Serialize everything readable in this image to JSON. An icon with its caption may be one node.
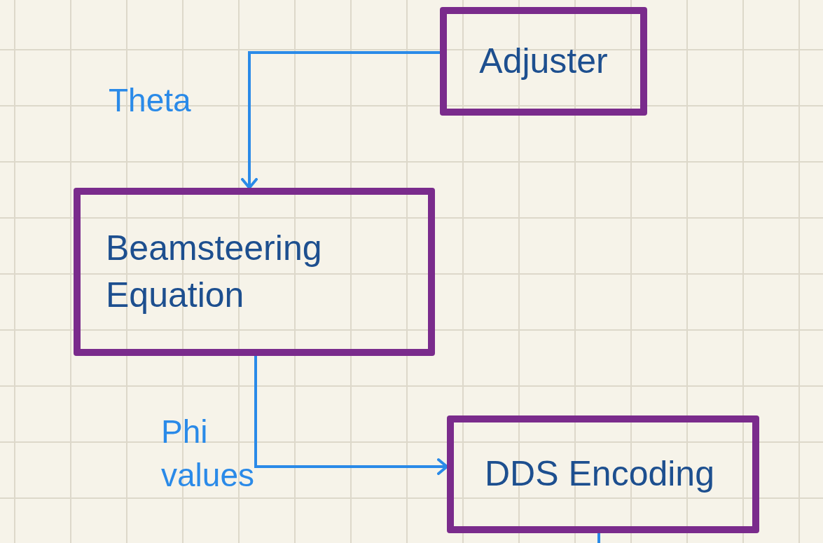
{
  "diagram": {
    "nodes": [
      {
        "text": [
          "Adjuster"
        ]
      },
      {
        "text": [
          "Beamsteering Equation"
        ]
      },
      {
        "text": [
          "DDS Encoding"
        ]
      }
    ],
    "edges": [
      {
        "from": 0,
        "to": 1,
        "arrow": "to",
        "label": "Theta"
      },
      {
        "from": 1,
        "to": 2,
        "arrow": "to",
        "label": "Phi values"
      },
      {
        "from": 2,
        "to": null,
        "arrow": "none"
      }
    ]
  }
}
